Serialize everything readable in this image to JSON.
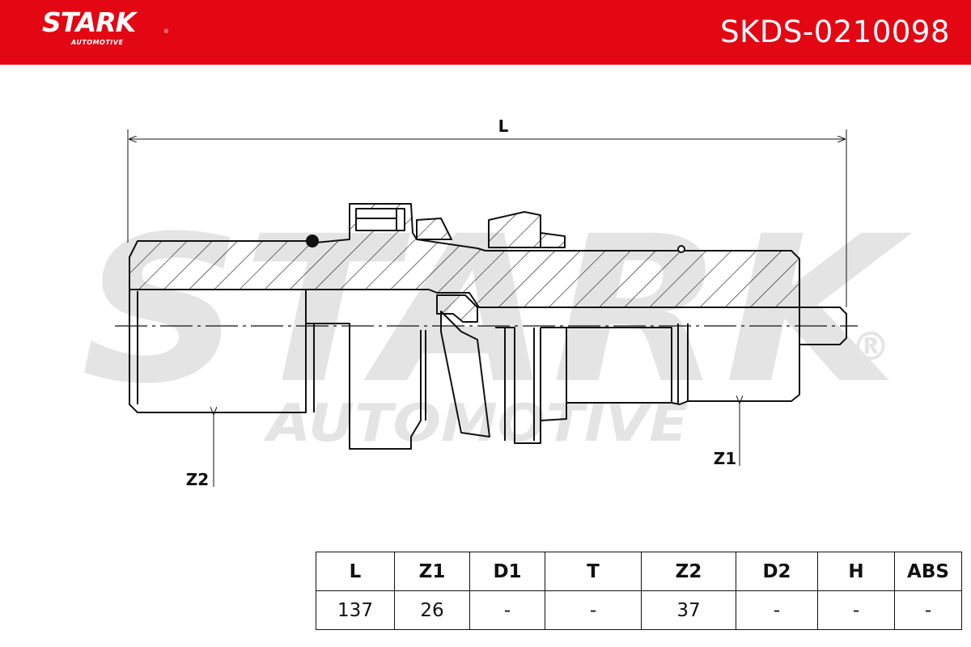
{
  "header": {
    "brand": "STARK",
    "brand_sub": "AUTOMOTIVE",
    "registered": "®",
    "part_number": "SKDS-0210098",
    "bg_color": "#e30613"
  },
  "drawing": {
    "watermark_main": "STARK",
    "watermark_sub": "AUTOMOTIVE",
    "watermark_reg": "®",
    "dim_L": "L",
    "dim_Z1": "Z1",
    "dim_Z2": "Z2"
  },
  "spec_table": {
    "headers": [
      "L",
      "Z1",
      "D1",
      "T",
      "Z2",
      "D2",
      "H",
      "ABS"
    ],
    "values": [
      "137",
      "26",
      "-",
      "-",
      "37",
      "-",
      "-",
      "-"
    ]
  }
}
